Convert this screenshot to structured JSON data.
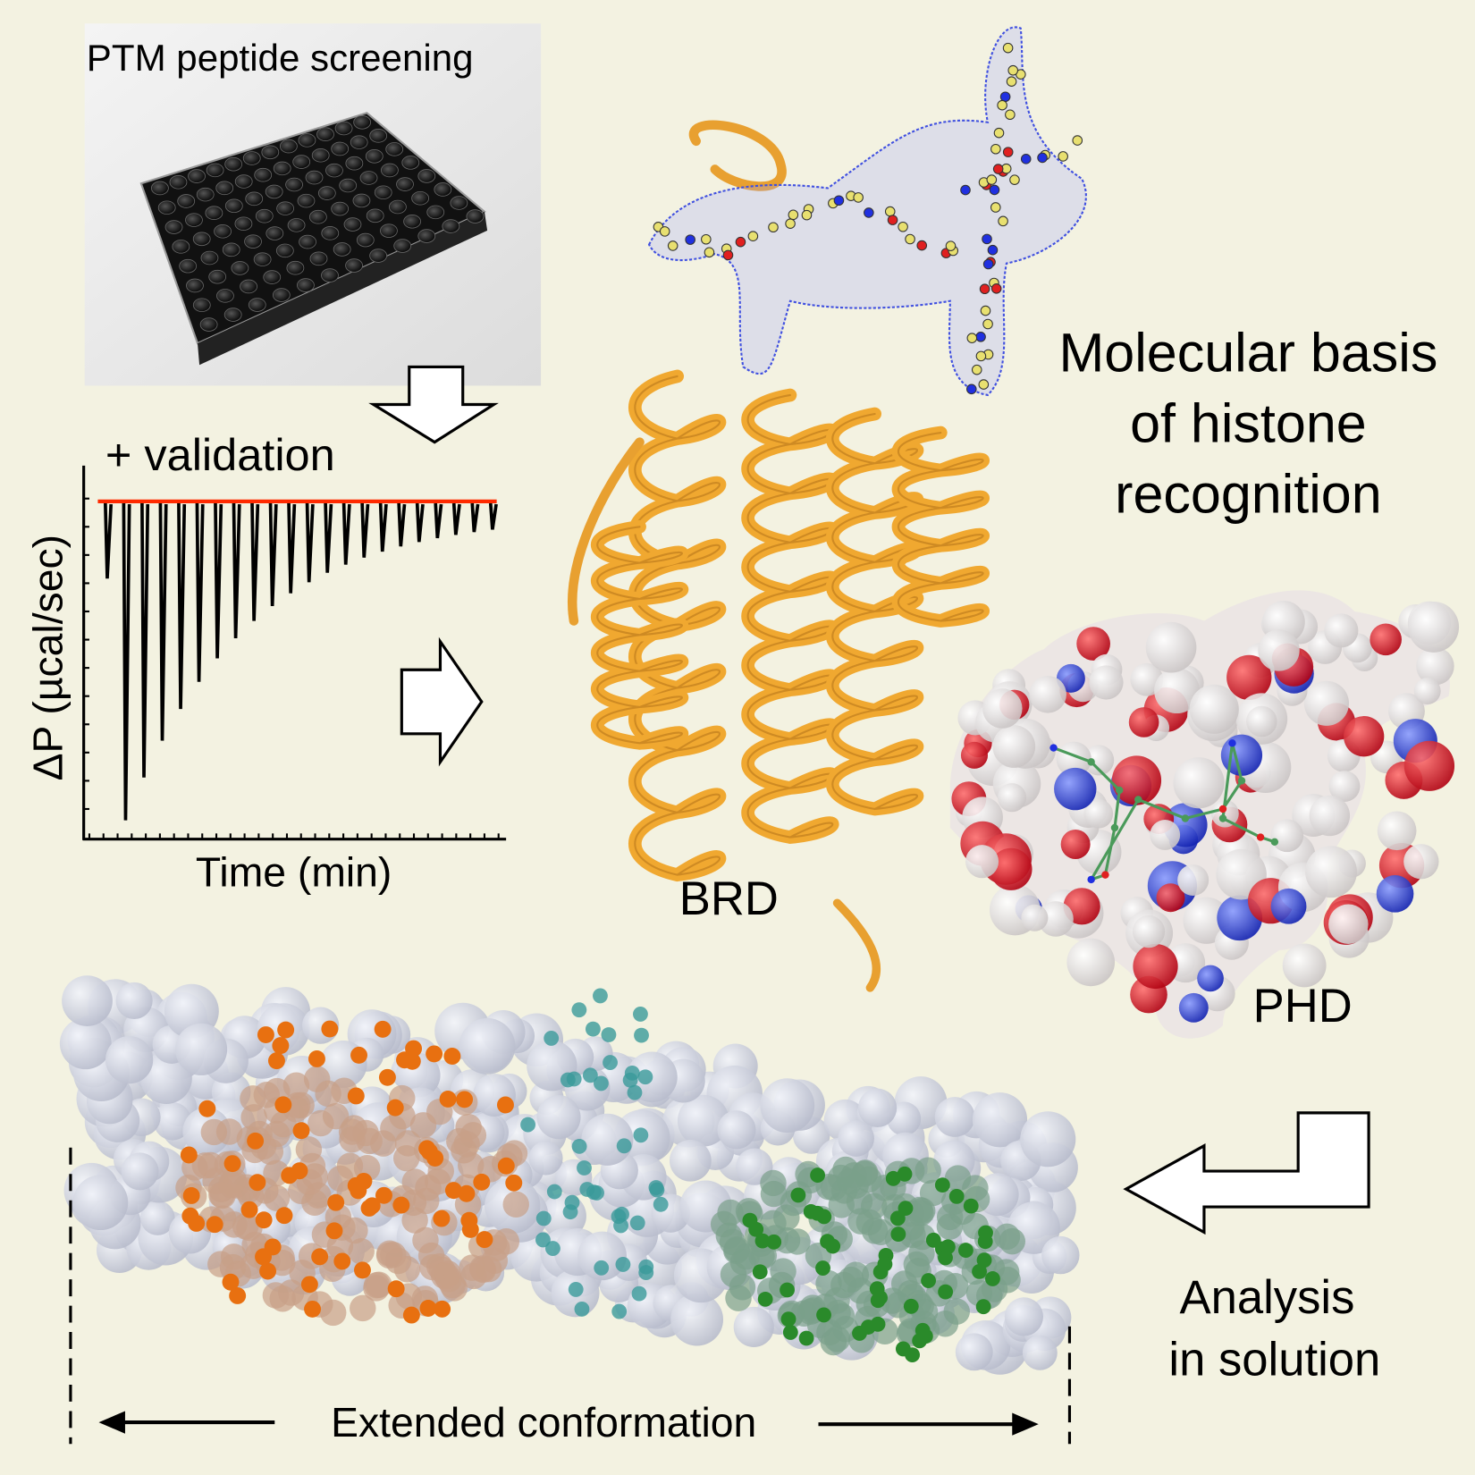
{
  "screening": {
    "title": "PTM peptide screening"
  },
  "validation": {
    "label": "+ validation"
  },
  "itc_plot": {
    "ylabel": "ΔP (µcal/sec)",
    "xlabel": "Time (min)"
  },
  "structure": {
    "brd_label": "BRD",
    "phd_label": "PHD"
  },
  "headline": {
    "line1": "Molecular basis",
    "line2": "of histone",
    "line3": "recognition"
  },
  "solution": {
    "line1": "Analysis",
    "line2": "in solution",
    "conformation_label": "Extended conformation"
  },
  "colors": {
    "background": "#f3f2e1",
    "ribbon": "#f0a830",
    "baseline": "#ff2a00",
    "acidic": "#d81e1e",
    "basic": "#2a3fd0",
    "orange_domain": "#e87010",
    "teal_linker": "#3a9a9a",
    "green_domain": "#2a8a2a",
    "envelope": "#d4d8e6"
  }
}
